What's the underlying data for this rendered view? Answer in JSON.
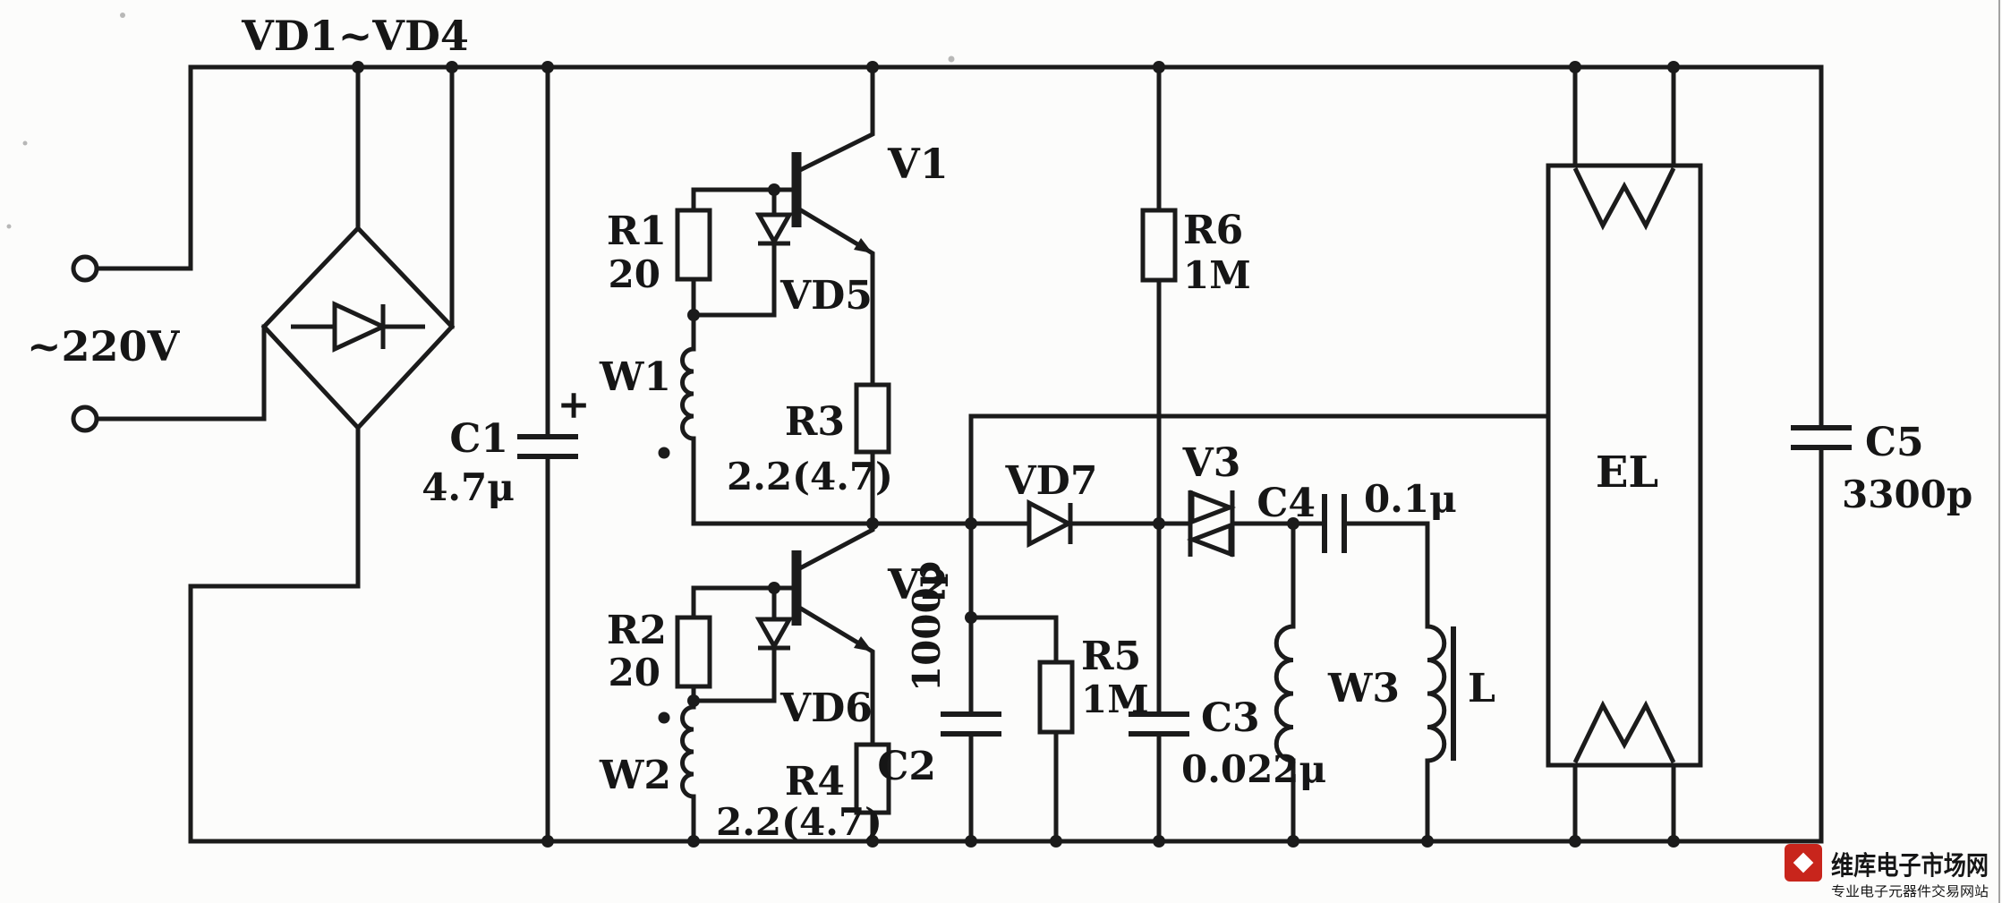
{
  "colors": {
    "line": "#1b1b1b",
    "paper": "#fcfcfb",
    "watermark_red": "#c8251c"
  },
  "labels": {
    "bridge_name": "VD1~VD4",
    "mains": "~220V",
    "c1_name": "C1",
    "c1_value": "4.7μ",
    "c1_polarity": "+",
    "r1_name": "R1",
    "r1_value": "20",
    "vd5_name": "VD5",
    "w1_name": "W1",
    "r3_name": "R3",
    "r3_value": "2.2(4.7)",
    "v1_name": "V1",
    "r2_name": "R2",
    "r2_value": "20",
    "vd6_name": "VD6",
    "w2_name": "W2",
    "r4_name": "R4",
    "r4_value": "2.2(4.7)",
    "v2_name": "V2",
    "c2_name": "C2",
    "c2_value": "1000p",
    "r5_name": "R5",
    "r5_value": "1M",
    "vd7_name": "VD7",
    "r6_name": "R6",
    "r6_value": "1M",
    "c3_name": "C3",
    "c3_value": "0.022μ",
    "v3_name": "V3",
    "c4_name": "C4",
    "c4_value": "0.1μ",
    "w3_name": "W3",
    "l_name": "L",
    "el_name": "EL",
    "c5_name": "C5",
    "c5_value": "3300p"
  },
  "watermark": {
    "site": "维库电子市场网",
    "slogan": "专业电子元器件交易网站"
  }
}
